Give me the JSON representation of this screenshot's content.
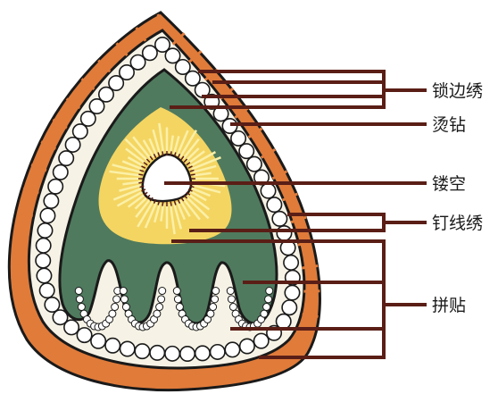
{
  "diagram": {
    "labels": {
      "suobianxiu": "锁边绣",
      "tangzuan": "烫钻",
      "loukong": "镂空",
      "dingxianxiu": "钉线绣",
      "pintie": "拼贴"
    },
    "colors": {
      "outer_border": "#e07b3a",
      "outline": "#1a1a1a",
      "cream": "#f6f3e6",
      "green": "#4f7a5e",
      "yellow": "#f4d562",
      "ray": "#fbf0a8",
      "leader": "#5a1e16",
      "stitch": "#e07b3a"
    }
  }
}
